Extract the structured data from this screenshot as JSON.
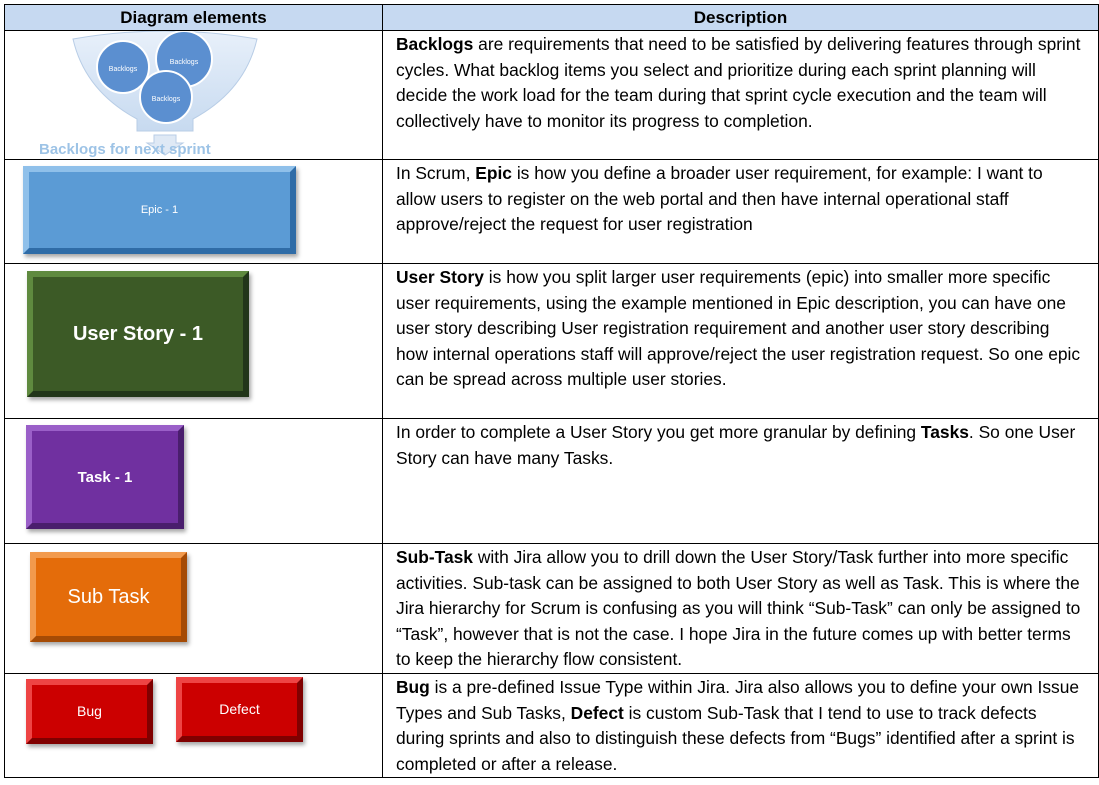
{
  "table": {
    "headers": [
      "Diagram elements",
      "Description"
    ],
    "rows": [
      {
        "diagram": {
          "bubbles": [
            "Backlogs",
            "Backlogs",
            "Backlogs"
          ],
          "caption": "Backlogs for next sprint"
        },
        "description": {
          "bold": "Backlogs",
          "text": " are requirements that need to be satisfied by delivering features through sprint cycles. What backlog items you select and prioritize during each sprint planning will decide the work load for the team during that sprint cycle execution and the team will collectively have to monitor its progress to completion."
        }
      },
      {
        "diagram": {
          "label": "Epic - 1",
          "color": "#5b9bd5"
        },
        "description": {
          "pre": "In Scrum, ",
          "bold": "Epic",
          "text": " is how you define a broader user requirement, for example: I want to allow users to register on the web portal and then have internal operational staff approve/reject the request for user registration"
        }
      },
      {
        "diagram": {
          "label": "User Story - 1",
          "color": "#3c5a26"
        },
        "description": {
          "bold": "User Story",
          "text": " is how you split larger user requirements (epic) into smaller more specific user requirements, using the example mentioned in Epic description, you can have one user story describing User registration requirement and another user story describing how internal operations staff will approve/reject the user registration request. So one epic can be spread across multiple user stories."
        }
      },
      {
        "diagram": {
          "label": "Task - 1",
          "color": "#7030a0"
        },
        "description": {
          "pre": "In order to complete a User Story you get more granular by defining ",
          "bold": "Tasks",
          "text": ". So one User Story can have many Tasks."
        }
      },
      {
        "diagram": {
          "label": "Sub Task",
          "color": "#e46c0a"
        },
        "description": {
          "bold": "Sub-Task",
          "text": " with Jira allow you to drill down the User Story/Task further into more specific activities. Sub-task can be assigned to both User Story as well as Task. This is where the Jira hierarchy for Scrum is confusing as you will think “Sub-Task” can only be assigned to “Task”, however that is not the case. I hope Jira in the future comes up with better terms to keep the hierarchy flow consistent."
        }
      },
      {
        "diagram": {
          "labels": [
            "Bug",
            "Defect"
          ],
          "color": "#cc0000"
        },
        "description": {
          "bold": "Bug",
          "text": " is a pre-defined Issue Type within Jira. Jira also allows you to define your own Issue Types and Sub Tasks, ",
          "bold2": "Defect",
          "text2": " is custom Sub-Task that I tend to use to track defects during sprints and also to distinguish these defects from “Bugs” identified after a sprint is completed or after a release."
        }
      }
    ]
  }
}
